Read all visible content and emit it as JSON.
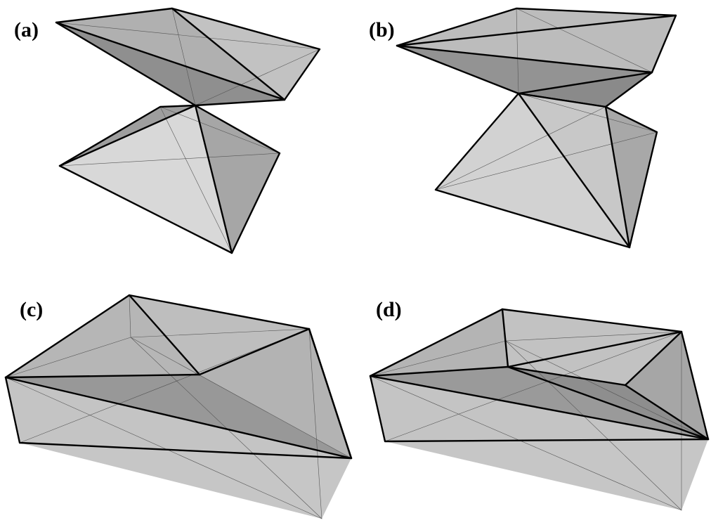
{
  "panels": [
    {
      "id": "a",
      "label": "(a)"
    },
    {
      "id": "b",
      "label": "(b)"
    },
    {
      "id": "c",
      "label": "(c)"
    },
    {
      "id": "d",
      "label": "(d)"
    }
  ],
  "colors": {
    "light": "#d6d6d6",
    "mid": "#b4b4b4",
    "dark": "#8e8e8e",
    "darker": "#9a9a9a",
    "edge": "#000000",
    "hidden_edge": "#555555"
  }
}
